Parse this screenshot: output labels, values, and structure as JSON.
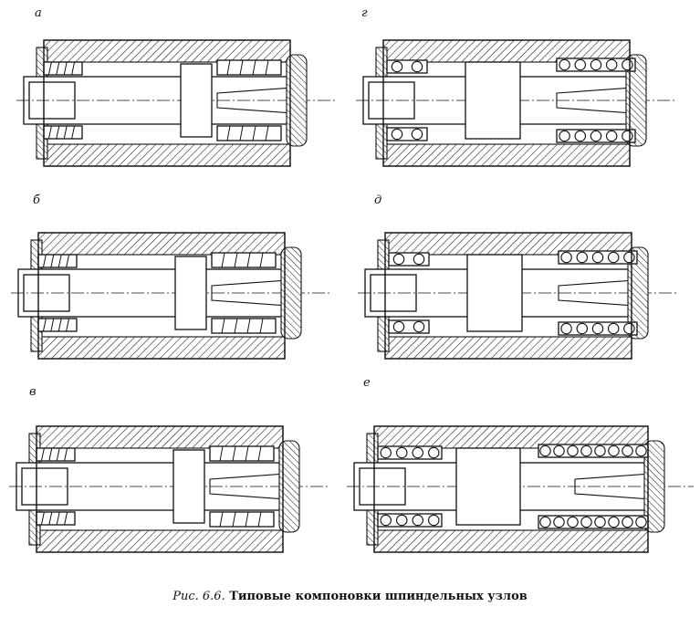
{
  "figure": {
    "panels": [
      {
        "id": "a",
        "label": "а",
        "variant": "a"
      },
      {
        "id": "g",
        "label": "г",
        "variant": "g"
      },
      {
        "id": "b",
        "label": "б",
        "variant": "b"
      },
      {
        "id": "d",
        "label": "д",
        "variant": "d"
      },
      {
        "id": "v",
        "label": "в",
        "variant": "v"
      },
      {
        "id": "e",
        "label": "е",
        "variant": "e"
      }
    ],
    "caption": {
      "prefix": "Рис. 6.6.",
      "text": "Типовые компоновки шпиндельных узлов"
    }
  },
  "colors": {
    "ink": "#111111",
    "paper": "#ffffff"
  }
}
